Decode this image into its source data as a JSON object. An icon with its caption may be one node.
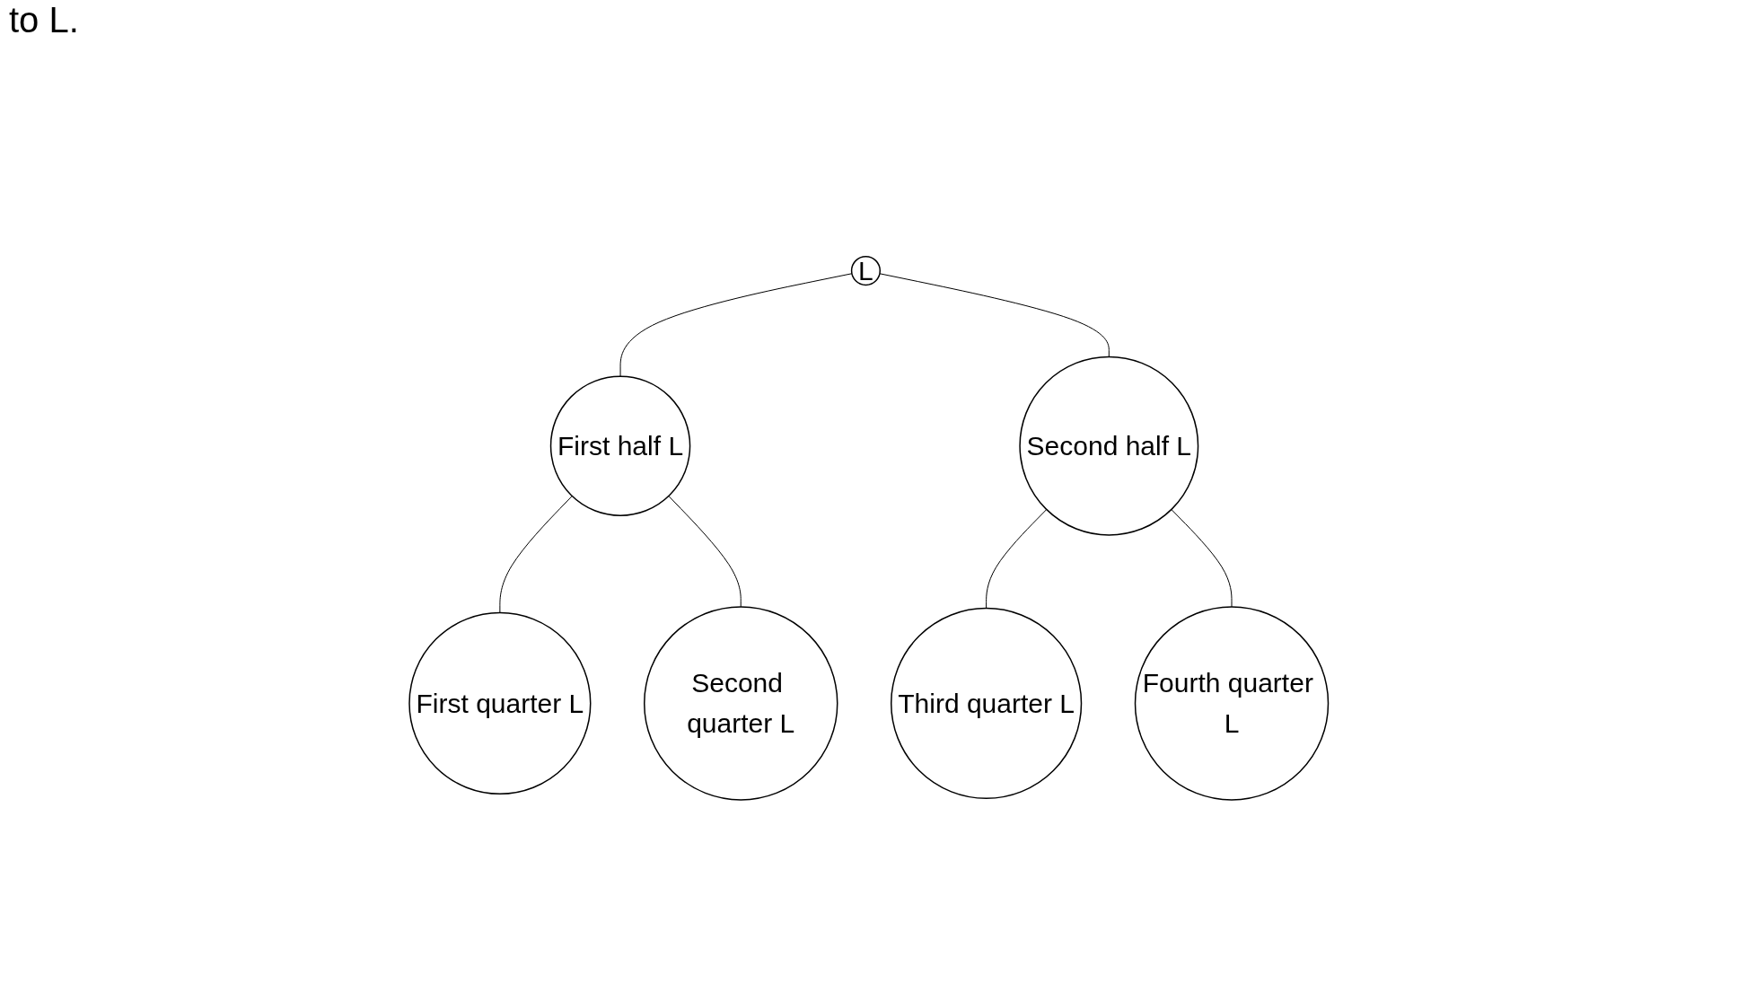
{
  "diagram": {
    "nodes": [
      {
        "text": [
          "L"
        ]
      },
      {
        "text": [
          "First half L"
        ]
      },
      {
        "text": [
          "Second half L"
        ]
      },
      {
        "text": [
          "First quarter L"
        ]
      },
      {
        "text": [
          "Second quarter L"
        ]
      },
      {
        "text": [
          "Third quarter L"
        ]
      },
      {
        "text": [
          "Fourth quarter L"
        ]
      }
    ],
    "edges": [
      {
        "from": 0,
        "to": 1,
        "arrow": "none"
      },
      {
        "from": 0,
        "to": 2,
        "arrow": "none"
      },
      {
        "from": 1,
        "to": 3,
        "arrow": "none"
      },
      {
        "from": 1,
        "to": 4,
        "arrow": "none"
      },
      {
        "from": 2,
        "to": 5,
        "arrow": "none"
      },
      {
        "from": 2,
        "to": 6,
        "arrow": "none"
      }
    ],
    "labels": [
      "to L."
    ]
  }
}
